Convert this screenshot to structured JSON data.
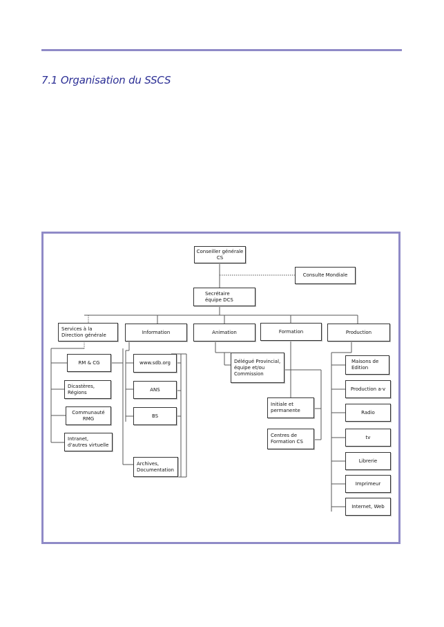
{
  "heading": "7.1 Organisation du SSCS",
  "org_chart": {
    "root": "Conseiller générale CS",
    "side": "Consulte Mondiale",
    "secretariat": "Secrétaire\néquipe DCS",
    "departments": [
      {
        "label": "Services à la\nDirection générale",
        "children": [
          "RM & CG",
          "Dicastères,\nRégions",
          "Communauté\nRMG",
          "Intranet,\nd'autres virtuelle"
        ]
      },
      {
        "label": "Information",
        "children": [
          "www.sdb.org",
          "ANS",
          "BS",
          "Archives,\nDocumentation"
        ]
      },
      {
        "label": "Animation",
        "children": [
          "Délégué Provincial,\néquipe et/ou\nCommission"
        ]
      },
      {
        "label": "Formation",
        "children": [
          "Initiale et\npermanente",
          "Centres de\nFormation CS"
        ]
      },
      {
        "label": "Production",
        "children": [
          "Maisons de\nEdition",
          "Production a-v",
          "Radio",
          "tv",
          "Librerie",
          "Imprimeur",
          "Internet, Web"
        ]
      }
    ]
  }
}
